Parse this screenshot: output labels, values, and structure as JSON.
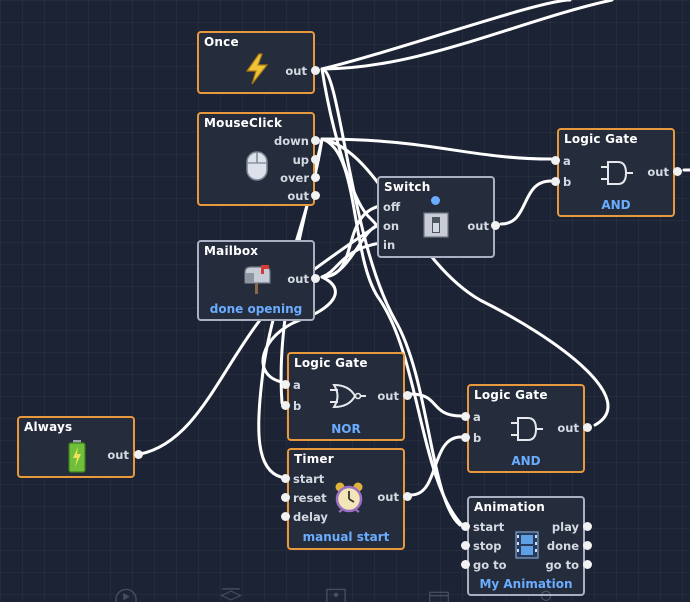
{
  "nodes": {
    "once": {
      "title": "Once",
      "out": "out"
    },
    "mouseclick": {
      "title": "MouseClick",
      "outs": [
        "down",
        "up",
        "over",
        "out"
      ]
    },
    "mailbox": {
      "title": "Mailbox",
      "out": "out",
      "subtitle": "done opening"
    },
    "switch": {
      "title": "Switch",
      "ins": [
        "off",
        "on",
        "in"
      ],
      "out": "out"
    },
    "gate_top": {
      "title": "Logic Gate",
      "ins": [
        "a",
        "b"
      ],
      "out": "out",
      "subtitle": "AND"
    },
    "gate_nor": {
      "title": "Logic Gate",
      "ins": [
        "a",
        "b"
      ],
      "out": "out",
      "subtitle": "NOR"
    },
    "gate_mid": {
      "title": "Logic Gate",
      "ins": [
        "a",
        "b"
      ],
      "out": "out",
      "subtitle": "AND"
    },
    "always": {
      "title": "Always",
      "out": "out"
    },
    "timer": {
      "title": "Timer",
      "ins": [
        "start",
        "reset",
        "delay"
      ],
      "out": "out",
      "subtitle": "manual start"
    },
    "animation": {
      "title": "Animation",
      "ins": [
        "start",
        "stop",
        "go to"
      ],
      "outs": [
        "play",
        "done",
        "go to"
      ],
      "subtitle": "My Animation"
    }
  },
  "icons": {
    "once": "lightning-icon",
    "mouseclick": "mouse-icon",
    "mailbox": "mailbox-icon",
    "switch": "switch-icon",
    "gate_and": "and-gate-icon",
    "gate_nor": "nor-gate-icon",
    "always": "battery-icon",
    "timer": "alarm-clock-icon",
    "animation": "film-icon"
  },
  "colors": {
    "node_border": "#e8993d",
    "selected_border": "#aab0c2",
    "subtitle": "#6aacff",
    "background": "#1c2334"
  }
}
